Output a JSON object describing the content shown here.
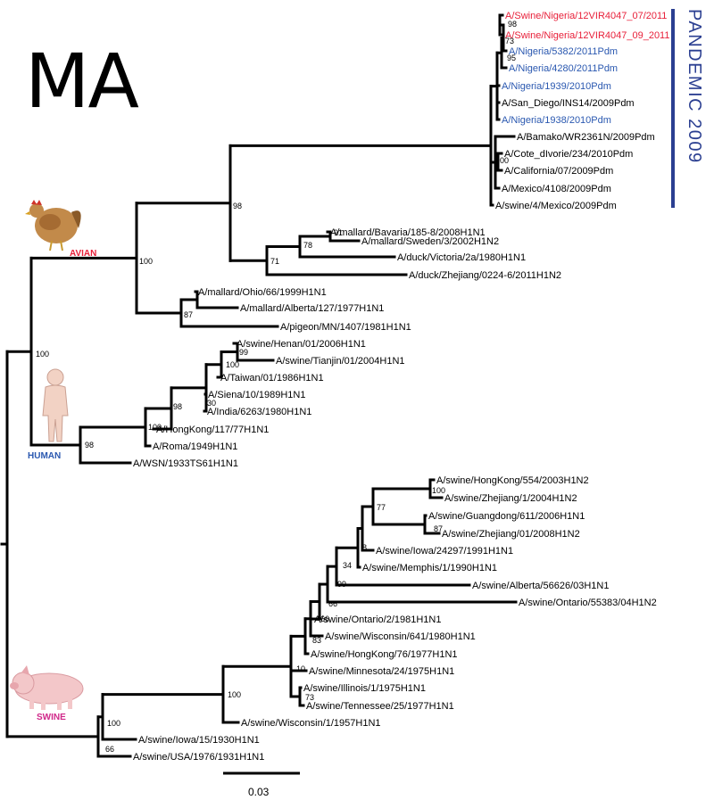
{
  "panel_label": "MA",
  "hosts": {
    "avian": "AVIAN",
    "human": "HUMAN",
    "swine": "SWINE"
  },
  "pandemic_label": "PANDEMIC 2009",
  "scale_bar": "0.03",
  "colors": {
    "nigeria_swine": "#e8203a",
    "nigeria_human": "#2a58b0",
    "pandemic_bar": "#2b3f91",
    "default": "#000000"
  },
  "icons": {
    "avian": "chicken-icon",
    "human": "human-figure-icon",
    "swine": "pig-icon"
  },
  "tree": {
    "leaves": [
      {
        "name": "A/Swine/Nigeria/12VIR4047_07/2011",
        "color": "#e8203a"
      },
      {
        "name": "A/Swine/Nigeria/12VIR4047_09_2011",
        "color": "#e8203a"
      },
      {
        "name": "A/Nigeria/5382/2011Pdm",
        "color": "#2a58b0"
      },
      {
        "name": "A/Nigeria/4280/2011Pdm",
        "color": "#2a58b0"
      },
      {
        "name": "A/Nigeria/1939/2010Pdm",
        "color": "#2a58b0"
      },
      {
        "name": "A/San_Diego/INS14/2009Pdm",
        "color": "#000000"
      },
      {
        "name": "A/Nigeria/1938/2010Pdm",
        "color": "#2a58b0"
      },
      {
        "name": "A/Bamako/WR2361N/2009Pdm",
        "color": "#000000"
      },
      {
        "name": "A/Cote_dIvorie/234/2010Pdm",
        "color": "#000000"
      },
      {
        "name": "A/California/07/2009Pdm",
        "color": "#000000"
      },
      {
        "name": "A/Mexico/4108/2009Pdm",
        "color": "#000000"
      },
      {
        "name": "A/swine/4/Mexico/2009Pdm",
        "color": "#000000"
      },
      {
        "name": "A/mallard/Bavaria/185-8/2008H1N1",
        "color": "#000000"
      },
      {
        "name": "A/mallard/Sweden/3/2002H1N2",
        "color": "#000000"
      },
      {
        "name": "A/duck/Victoria/2a/1980H1N1",
        "color": "#000000"
      },
      {
        "name": "A/duck/Zhejiang/0224-6/2011H1N2",
        "color": "#000000"
      },
      {
        "name": "A/mallard/Ohio/66/1999H1N1",
        "color": "#000000"
      },
      {
        "name": "A/mallard/Alberta/127/1977H1N1",
        "color": "#000000"
      },
      {
        "name": "A/pigeon/MN/1407/1981H1N1",
        "color": "#000000"
      },
      {
        "name": "A/swine/Henan/01/2006H1N1",
        "color": "#000000"
      },
      {
        "name": "A/swine/Tianjin/01/2004H1N1",
        "color": "#000000"
      },
      {
        "name": "A/Taiwan/01/1986H1N1",
        "color": "#000000"
      },
      {
        "name": "A/Siena/10/1989H1N1",
        "color": "#000000"
      },
      {
        "name": "A/India/6263/1980H1N1",
        "color": "#000000"
      },
      {
        "name": "A/HongKong/117/77H1N1",
        "color": "#000000"
      },
      {
        "name": "A/Roma/1949H1N1",
        "color": "#000000"
      },
      {
        "name": "A/WSN/1933TS61H1N1",
        "color": "#000000"
      },
      {
        "name": "A/swine/HongKong/554/2003H1N2",
        "color": "#000000"
      },
      {
        "name": "A/swine/Zhejiang/1/2004H1N2",
        "color": "#000000"
      },
      {
        "name": "A/swine/Guangdong/611/2006H1N1",
        "color": "#000000"
      },
      {
        "name": "A/swine/Zhejiang/01/2008H1N2",
        "color": "#000000"
      },
      {
        "name": "A/swine/Iowa/24297/1991H1N1",
        "color": "#000000"
      },
      {
        "name": "A/swine/Memphis/1/1990H1N1",
        "color": "#000000"
      },
      {
        "name": "A/swine/Alberta/56626/03H1N1",
        "color": "#000000"
      },
      {
        "name": "A/swine/Ontario/55383/04H1N2",
        "color": "#000000"
      },
      {
        "name": "A/swine/Ontario/2/1981H1N1",
        "color": "#000000"
      },
      {
        "name": "A/swine/Wisconsin/641/1980H1N1",
        "color": "#000000"
      },
      {
        "name": "A/swine/HongKong/76/1977H1N1",
        "color": "#000000"
      },
      {
        "name": "A/swine/Minnesota/24/1975H1N1",
        "color": "#000000"
      },
      {
        "name": "A/swine/Illinois/1/1975H1N1",
        "color": "#000000"
      },
      {
        "name": "A/swine/Tennessee/25/1977H1N1",
        "color": "#000000"
      },
      {
        "name": "A/swine/Wisconsin/1/1957H1N1",
        "color": "#000000"
      },
      {
        "name": "A/swine/Iowa/15/1930H1N1",
        "color": "#000000"
      },
      {
        "name": "A/swine/USA/1976/1931H1N1",
        "color": "#000000"
      }
    ],
    "bootstrap": [
      "98",
      "73",
      "95",
      "100",
      "98",
      "91",
      "78",
      "71",
      "100",
      "87",
      "99",
      "100",
      "30",
      "98",
      "100",
      "100",
      "98",
      "100",
      "77",
      "87",
      "8",
      "34",
      "99",
      "66",
      "66",
      "83",
      "10",
      "73",
      "100",
      "100",
      "66"
    ]
  }
}
